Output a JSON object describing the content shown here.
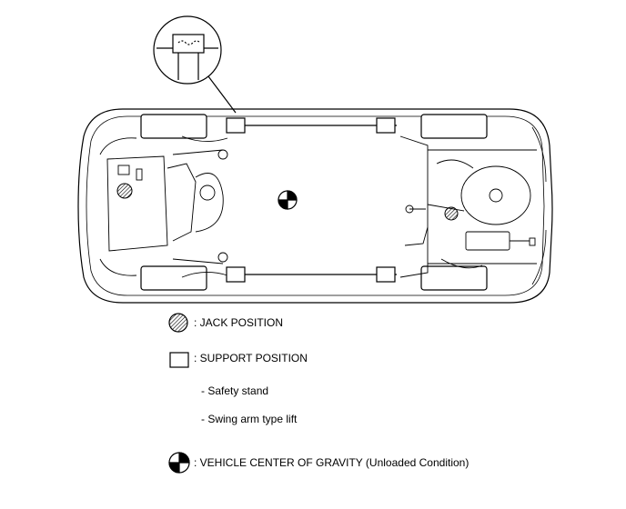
{
  "legend": {
    "jack_position": ": JACK POSITION",
    "support_position": ": SUPPORT POSITION",
    "safety_stand": "- Safety stand",
    "swing_arm_lift": "- Swing arm type lift",
    "center_of_gravity": ": VEHICLE CENTER OF GRAVITY (Unloaded Condition)"
  },
  "colors": {
    "line": "#000000",
    "background": "#ffffff"
  },
  "icons": [
    "jack-position-icon",
    "support-position-icon",
    "center-of-gravity-icon"
  ]
}
